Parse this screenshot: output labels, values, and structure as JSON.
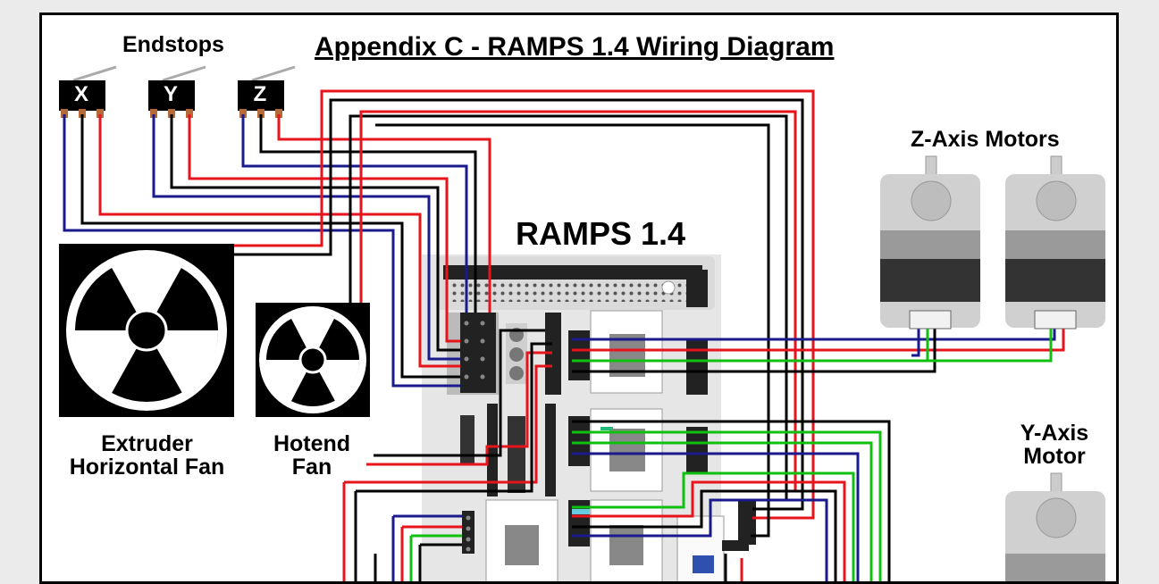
{
  "title": "Appendix C - RAMPS 1.4 Wiring Diagram",
  "board_label": "RAMPS 1.4",
  "endstops": {
    "label": "Endstops",
    "switches": [
      "X",
      "Y",
      "Z"
    ]
  },
  "fans": {
    "extruder": {
      "line1": "Extruder",
      "line2": "Horizontal Fan"
    },
    "hotend": {
      "line1": "Hotend",
      "line2": "Fan"
    }
  },
  "motors": {
    "z_axis": {
      "label": "Z-Axis Motors"
    },
    "y_axis": {
      "line1": "Y-Axis",
      "line2": "Motor"
    }
  },
  "colors": {
    "red": "#e8141b",
    "black": "#000000",
    "blue": "#1a1a8c",
    "green": "#10c010"
  }
}
